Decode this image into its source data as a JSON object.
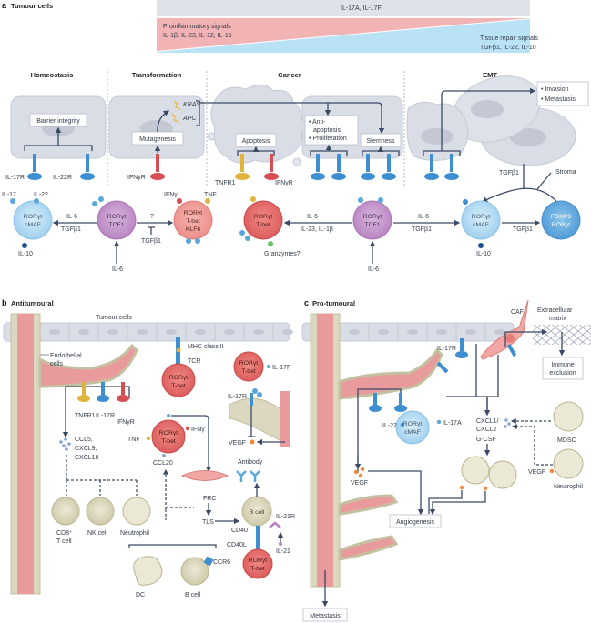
{
  "panel_a": {
    "label": "a",
    "title": "Tumour cells",
    "bands": {
      "il17": "IL-17A, IL-17F",
      "proinflammatory_title": "Proinflammatory signals",
      "proinflammatory_list": "IL-1β, IL-23, IL-12, IL-15",
      "repair_title": "Tissue repair signals",
      "repair_list": "TGFβ1, IL-22, IL-10"
    },
    "stages": [
      "Homeostasis",
      "Transformation",
      "Cancer",
      "EMT"
    ],
    "outcomes": {
      "barrier": "Barrier integrity",
      "mutagenesis": "Mutagenesis",
      "kras": "KRAS",
      "apc": "APC",
      "apoptosis": "Apoptosis",
      "anti_apoptosis": "Anti-",
      "anti_apoptosis2": "apoptosis",
      "proliferation": "Proliferation",
      "stemness": "Stemness",
      "invasion": "Invasion",
      "metastasis": "Metastasis"
    },
    "receptors": {
      "il17r": "IL-17R",
      "il22r": "IL-22R",
      "ifngr1": "IFNγR",
      "tnfr1": "TNFR1",
      "ifngr2": "IFNγR"
    },
    "stroma": "Stroma",
    "tgfb_top": "TGFβ1",
    "cells": [
      {
        "line1": "RORγt",
        "line2": "cMAF",
        "line3": ""
      },
      {
        "line1": "RORγt",
        "line2": "TCF1",
        "line3": ""
      },
      {
        "line1": "RORγt",
        "line2": "T-bet",
        "line3": "KLF6"
      },
      {
        "line1": "RORγt",
        "line2": "T-bet",
        "line3": ""
      },
      {
        "line1": "RORγt",
        "line2": "TCF1",
        "line3": ""
      },
      {
        "line1": "RORγt",
        "line2": "cMAF",
        "line3": ""
      },
      {
        "line1": "FOXP3",
        "line2": "RORγt",
        "line3": ""
      }
    ],
    "labels": {
      "il17": "IL-17",
      "il22": "IL-22",
      "il10a": "IL-10",
      "il6a": "IL-6",
      "tgfa": "TGFβ1",
      "il6b": "IL-6",
      "question": "?",
      "tgfb": "TGFβ1",
      "ifng": "IFNγ",
      "tnf": "TNF",
      "granzymes": "Granzymes?",
      "il6c": "IL-6",
      "il23": "IL-23, IL-1β",
      "il6d": "IL-6",
      "il6e": "IL-6",
      "tgfc": "TGFβ1",
      "il10b": "IL-10",
      "tgfd": "TGFβ1"
    }
  },
  "panel_b": {
    "label": "b",
    "title": "Antitumoural",
    "tumour_cells": "Tumour cells",
    "endothelial": "Endothelial",
    "endothelial2": "cells",
    "mhc": "MHC class II",
    "tcr": "TCR",
    "il17f": "IL-17F",
    "receptors": [
      "TNFR1",
      "IL-17R",
      "IFNγR"
    ],
    "chemokines": [
      "CCL5,",
      "CXCL9,",
      "CXCL10"
    ],
    "tbet_cell": {
      "line1": "RORγt",
      "line2": "T-bet"
    },
    "ifng": "IFNγ",
    "tnf": "TNF",
    "ccl20": "CCL20",
    "il17r": "IL-17R",
    "vegf": "VEGF",
    "antibody": "Antibody",
    "frc": "FRC",
    "tls": "TLS",
    "bcell": "B cell",
    "il21r": "IL-21R",
    "il21": "IL-21",
    "cd40": "CD40",
    "cd40l": "CD40L",
    "ccr6": "CCR6",
    "immune_cells": [
      "CD8⁺",
      "T cell",
      "NK cell",
      "Neutrophil",
      "DC",
      "B cell"
    ]
  },
  "panel_c": {
    "label": "c",
    "title": "Pro-tumoural",
    "caf": "CAF",
    "ecm": "Extracellular",
    "ecm2": "matrix",
    "immune": "Immune",
    "immune2": "exclusion",
    "il17r": "IL-17R",
    "il22": "IL-22",
    "il17a": "IL-17A",
    "cmaf_cell": {
      "line1": "RORγt",
      "line2": "cMAF"
    },
    "cxcl": "CXCL1/",
    "cxcl2": "CXCL2",
    "gcsf": "G-CSF",
    "mdsc": "MDSC",
    "neutrophil": "Neutrophil",
    "vegf1": "VEGF",
    "vegf2": "VEGF",
    "angiogenesis": "Angiogenesis",
    "metastasis": "Metastasis"
  },
  "colors": {
    "grey_band": "#dfe2e8",
    "pink_band": "#f2b3b5",
    "blue_band": "#b9e2f5",
    "cell_grey": "#d9dde6",
    "vessel": "#e99a9c",
    "endo": "#dcd8bf",
    "arrow": "#3b4a66",
    "cmaf": "#bfe3f7",
    "tcf1": "#c79ad0",
    "tbet": "#ea7e7e",
    "foxp3": "#6fb1e0",
    "receptor_blue": "#3d8fd1",
    "receptor_red": "#d64f54",
    "receptor_yellow": "#e0b43c",
    "vegf_orange": "#f08a3a"
  }
}
